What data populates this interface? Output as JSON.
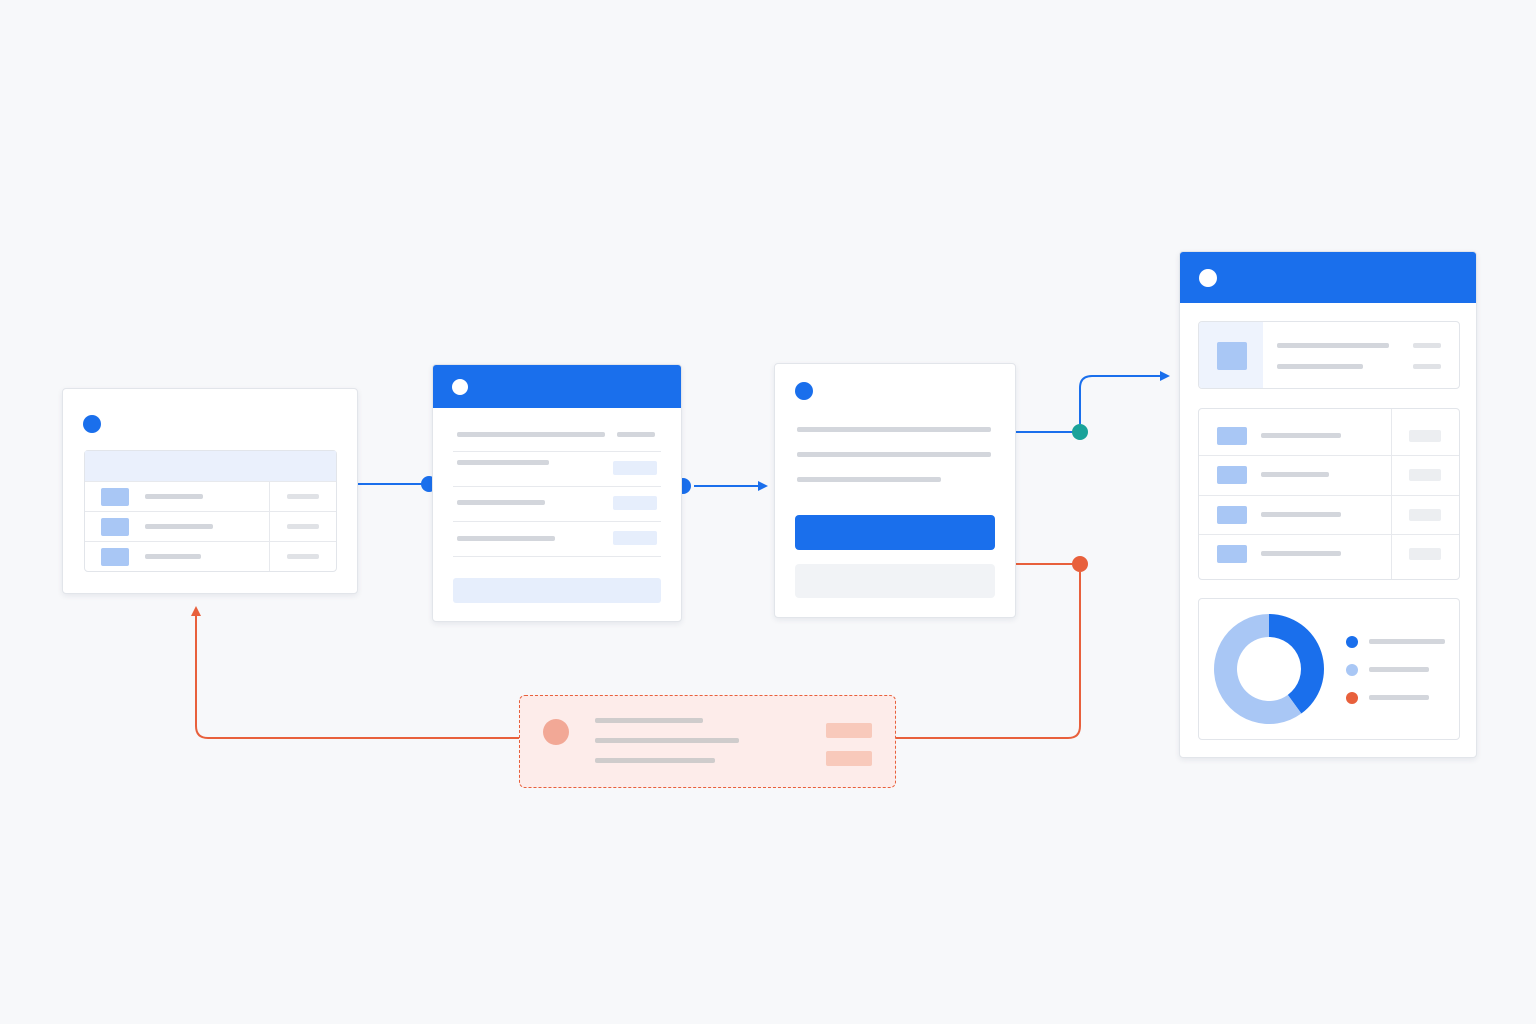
{
  "colors": {
    "background": "#f7f8fa",
    "primary_blue": "#1a6fec",
    "light_blue": "#a9c7f5",
    "pale_blue": "#e6eefc",
    "teal": "#1aa39a",
    "error_red": "#e8603c",
    "error_fill": "#fdecea",
    "card_border": "#e2e5ea",
    "placeholder_gray": "#d3d6dc"
  },
  "icons": {
    "node_dot": "dot-icon",
    "arrow": "arrow-head-icon",
    "donut": "donut-chart-icon"
  },
  "nodes": {
    "step1": {
      "kind": "table-card",
      "rows": 3
    },
    "step2": {
      "kind": "form-card",
      "rows": 3
    },
    "step3": {
      "kind": "action-card",
      "buttons": 2
    },
    "result": {
      "kind": "dashboard-card",
      "list_rows": 4,
      "legend_items": 3
    },
    "error": {
      "kind": "error-card",
      "style": "dashed"
    }
  },
  "donut_chart": {
    "type": "pie",
    "variant": "donut",
    "series": [
      {
        "value": 0.4,
        "color": "#1a6fec"
      },
      {
        "value": 0.6,
        "color": "#a9c7f5"
      }
    ],
    "legend_colors": [
      "#1a6fec",
      "#a9c7f5",
      "#e8603c"
    ]
  }
}
